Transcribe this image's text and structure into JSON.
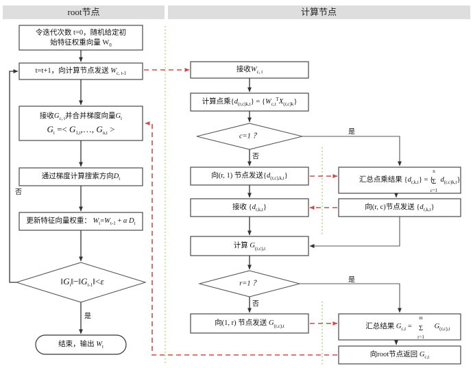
{
  "panels": {
    "left": {
      "title": "root节点"
    },
    "right": {
      "title": "计算节点"
    }
  },
  "colors": {
    "header_bg": "#dedede",
    "box_stroke": "#555555",
    "solid_arrow": "#333333",
    "dashed_message": "#c94b4b",
    "dotted_divider": "#9fd36a",
    "background": "#ffffff"
  },
  "left_nodes": {
    "init": {
      "line1": "令迭代次数 t=0，随机给定初",
      "line2": "始特征权重向量 W",
      "sub2": "0"
    },
    "send_w": {
      "text": "t=t+1，向计算节点发送 W",
      "sub": "c, t-1"
    },
    "recv_merge": {
      "line1a": "接收",
      "line1b": "G",
      "line1b_sub": "c, t",
      "line1c": "并合并梯度向量",
      "line1d": "G",
      "line1d_sub": "t",
      "formula": "G t = < G 1,t , … , G n,t >"
    },
    "search_dir": {
      "text": "通过梯度计算搜索方向",
      "sym": "D",
      "sub": "t"
    },
    "update_w": {
      "text": "更新特征向量权重：",
      "formula": "W t = W t-1 + α D t"
    },
    "converge": {
      "formula": "‖G t‖ - ‖G t-1‖ < ε"
    },
    "end": {
      "text": "结束，输出 W",
      "sub": "t"
    },
    "labels": {
      "no": "否",
      "yes": "是"
    }
  },
  "right_nodes": {
    "recv_w": {
      "text": "接收 W",
      "sub": "c, t"
    },
    "dot_product": {
      "prefix": "计算点乘",
      "formula": "{ d (r,c)k,t } = { W c,t T X (r,c)k }"
    },
    "cond_c": {
      "text": "c=1 ？"
    },
    "send_r1": {
      "prefix": "向(r, 1)节点发送",
      "formula": "{ d (r,c),k,t }"
    },
    "sum_dot": {
      "prefix": "汇总点乘结果",
      "formula": "{ d r,k,t } = { Σ c=1..n  d (r,c)k,t }",
      "sum_upper": "n",
      "sum_lower": "c=1"
    },
    "recv_d": {
      "prefix": "接收",
      "formula": "{ d r,k,t }"
    },
    "send_rc": {
      "prefix": "向(r, c)节点发送",
      "formula": "{ d r,k,t }"
    },
    "calc_g": {
      "prefix": "计算",
      "sym": "G",
      "sub": "(r,c),t"
    },
    "cond_r": {
      "text": "r=1 ？"
    },
    "send_1r": {
      "prefix": "向(1, r)节点发送",
      "sym": "G",
      "sub": "(r,c),t"
    },
    "sum_g": {
      "prefix": "汇总结果",
      "formula": "G c,t = Σ r=1..m  G (r,c),t",
      "sum_upper": "m",
      "sum_lower": "r=1"
    },
    "return_root": {
      "prefix": "向root节点返回",
      "sym": "G",
      "sub": "c,t"
    },
    "labels": {
      "no": "否",
      "yes": "是"
    }
  }
}
